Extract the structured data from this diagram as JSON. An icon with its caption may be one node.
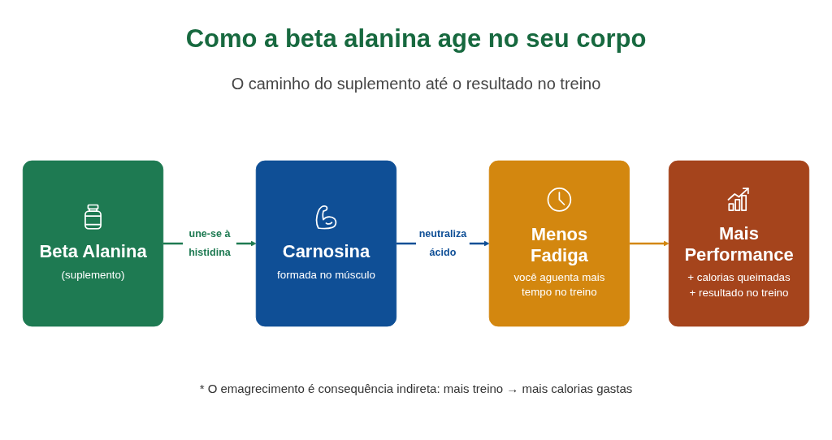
{
  "diagram": {
    "title": "Como a beta alanina age no seu corpo",
    "nodes": [
      {
        "text": [
          "Beta Alanina",
          "(suplemento)"
        ]
      },
      {
        "text": [
          "Carnosina",
          "formada no músculo"
        ]
      },
      {
        "text": [
          "Menos Fadiga",
          "você aguenta mais tempo no treino"
        ]
      },
      {
        "text": [
          "Mais Performance",
          "+ calorias queimadas",
          "+ resultado no treino"
        ]
      }
    ],
    "edges": [
      {
        "from": 0,
        "to": 1,
        "arrow": "to",
        "label": "une-se à histidina",
        "color": "#1e7a52"
      },
      {
        "from": 1,
        "to": 2,
        "arrow": "to",
        "label": "neutraliza ácido",
        "color": "#0f4f96"
      },
      {
        "from": 2,
        "to": 3,
        "arrow": "to",
        "color": "#d3870f"
      }
    ],
    "labels": [
      "O caminho do suplemento até o resultado no treino",
      "* O emagrecimento é consequência indireta: mais treino → mais calorias gastas"
    ]
  }
}
